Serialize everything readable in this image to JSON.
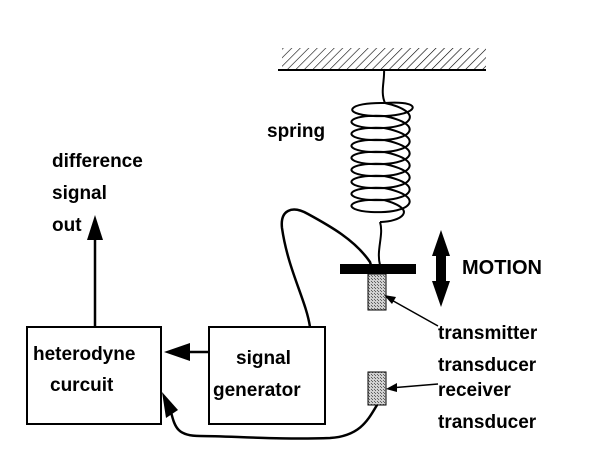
{
  "labels": {
    "spring": "spring",
    "difference_lines": [
      "difference",
      "signal",
      "out"
    ],
    "heterodyne_lines": [
      "heterodyne",
      "curcuit"
    ],
    "generator_lines": [
      "signal",
      "generator"
    ],
    "motion": "MOTION",
    "transmitter_lines": [
      "transmitter",
      "transducer"
    ],
    "receiver_lines": [
      "receiver",
      "transducer"
    ]
  },
  "colors": {
    "ink": "#000000",
    "transducer_fill": "#b8b8b8",
    "background": "#ffffff"
  },
  "icons": {
    "ceiling": "hatched-ceiling",
    "motion": "double-headed-vertical-arrow"
  }
}
